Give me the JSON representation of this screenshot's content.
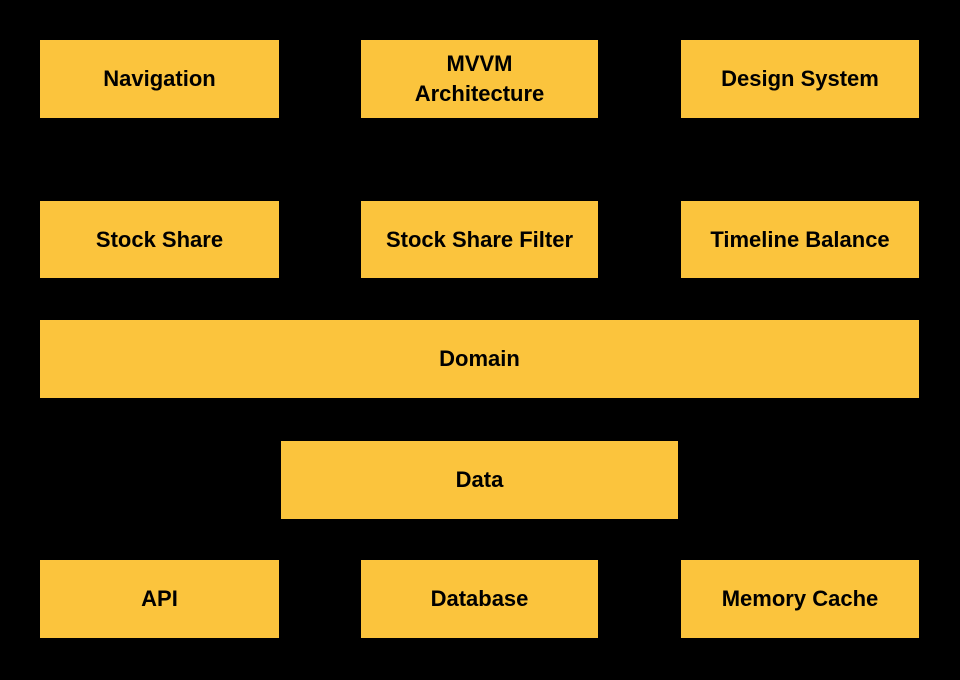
{
  "diagram": {
    "colors": {
      "background": "#000000",
      "box_fill": "#FBC43D",
      "box_text": "#000000"
    },
    "rows": [
      {
        "name": "presentation-layer",
        "boxes": [
          {
            "label": "Navigation"
          },
          {
            "label": "MVVM\nArchitecture"
          },
          {
            "label": "Design System"
          }
        ]
      },
      {
        "name": "feature-layer",
        "boxes": [
          {
            "label": "Stock Share"
          },
          {
            "label": "Stock Share Filter"
          },
          {
            "label": "Timeline Balance"
          }
        ]
      },
      {
        "name": "domain-layer",
        "boxes": [
          {
            "label": "Domain"
          }
        ]
      },
      {
        "name": "data-layer",
        "boxes": [
          {
            "label": "Data"
          }
        ]
      },
      {
        "name": "infrastructure-layer",
        "boxes": [
          {
            "label": "API"
          },
          {
            "label": "Database"
          },
          {
            "label": "Memory Cache"
          }
        ]
      }
    ]
  }
}
